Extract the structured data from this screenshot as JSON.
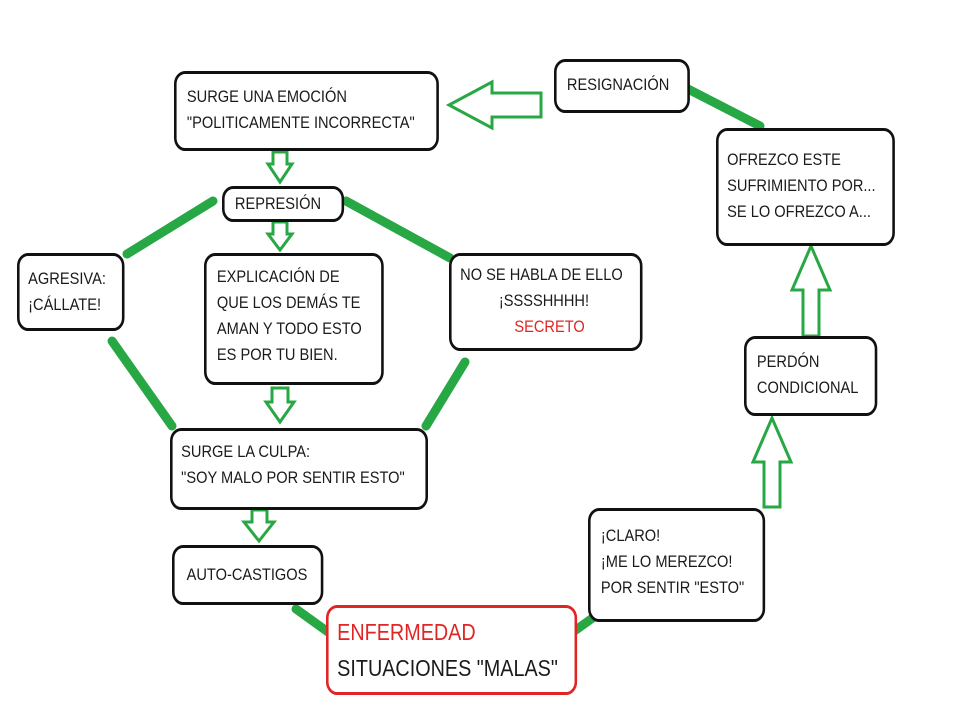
{
  "nodes": {
    "surge_emocion": {
      "lines": [
        "SURGE UNA EMOCIÓN",
        "\"POLITICAMENTE INCORRECTA\""
      ]
    },
    "resignacion": {
      "lines": [
        "RESIGNACIÓN"
      ]
    },
    "represion": {
      "lines": [
        "REPRESIÓN"
      ]
    },
    "agresiva": {
      "lines": [
        "AGRESIVA:",
        "¡CÁLLATE!"
      ]
    },
    "explicacion": {
      "lines": [
        "EXPLICACIÓN DE",
        "QUE LOS DEMÁS TE",
        "AMAN Y TODO ESTO",
        "ES POR TU BIEN."
      ]
    },
    "no_se_habla": {
      "lines": [
        "NO SE HABLA DE ELLO",
        "¡SSSSHHHH!"
      ],
      "highlight": "SECRETO"
    },
    "ofrezco": {
      "lines": [
        "OFREZCO ESTE",
        "SUFRIMIENTO POR...",
        "SE LO OFREZCO A..."
      ]
    },
    "perdon": {
      "lines": [
        "PERDÓN",
        "CONDICIONAL"
      ]
    },
    "surge_culpa": {
      "lines": [
        "SURGE LA CULPA:",
        "\"SOY MALO POR SENTIR ESTO\""
      ]
    },
    "auto_castigos": {
      "lines": [
        "AUTO-CASTIGOS"
      ]
    },
    "claro": {
      "lines": [
        "¡CLARO!",
        "¡ME LO MEREZCO!",
        "POR SENTIR \"ESTO\""
      ]
    },
    "enfermedad": {
      "highlight": "ENFERMEDAD",
      "lines": [
        "SITUACIONES \"MALAS\""
      ]
    }
  },
  "colors": {
    "connector": "#27a844",
    "arrow_stroke": "#27a844",
    "box_border": "#111111",
    "highlight_text": "#e02525",
    "highlight_border": "#e02525"
  }
}
